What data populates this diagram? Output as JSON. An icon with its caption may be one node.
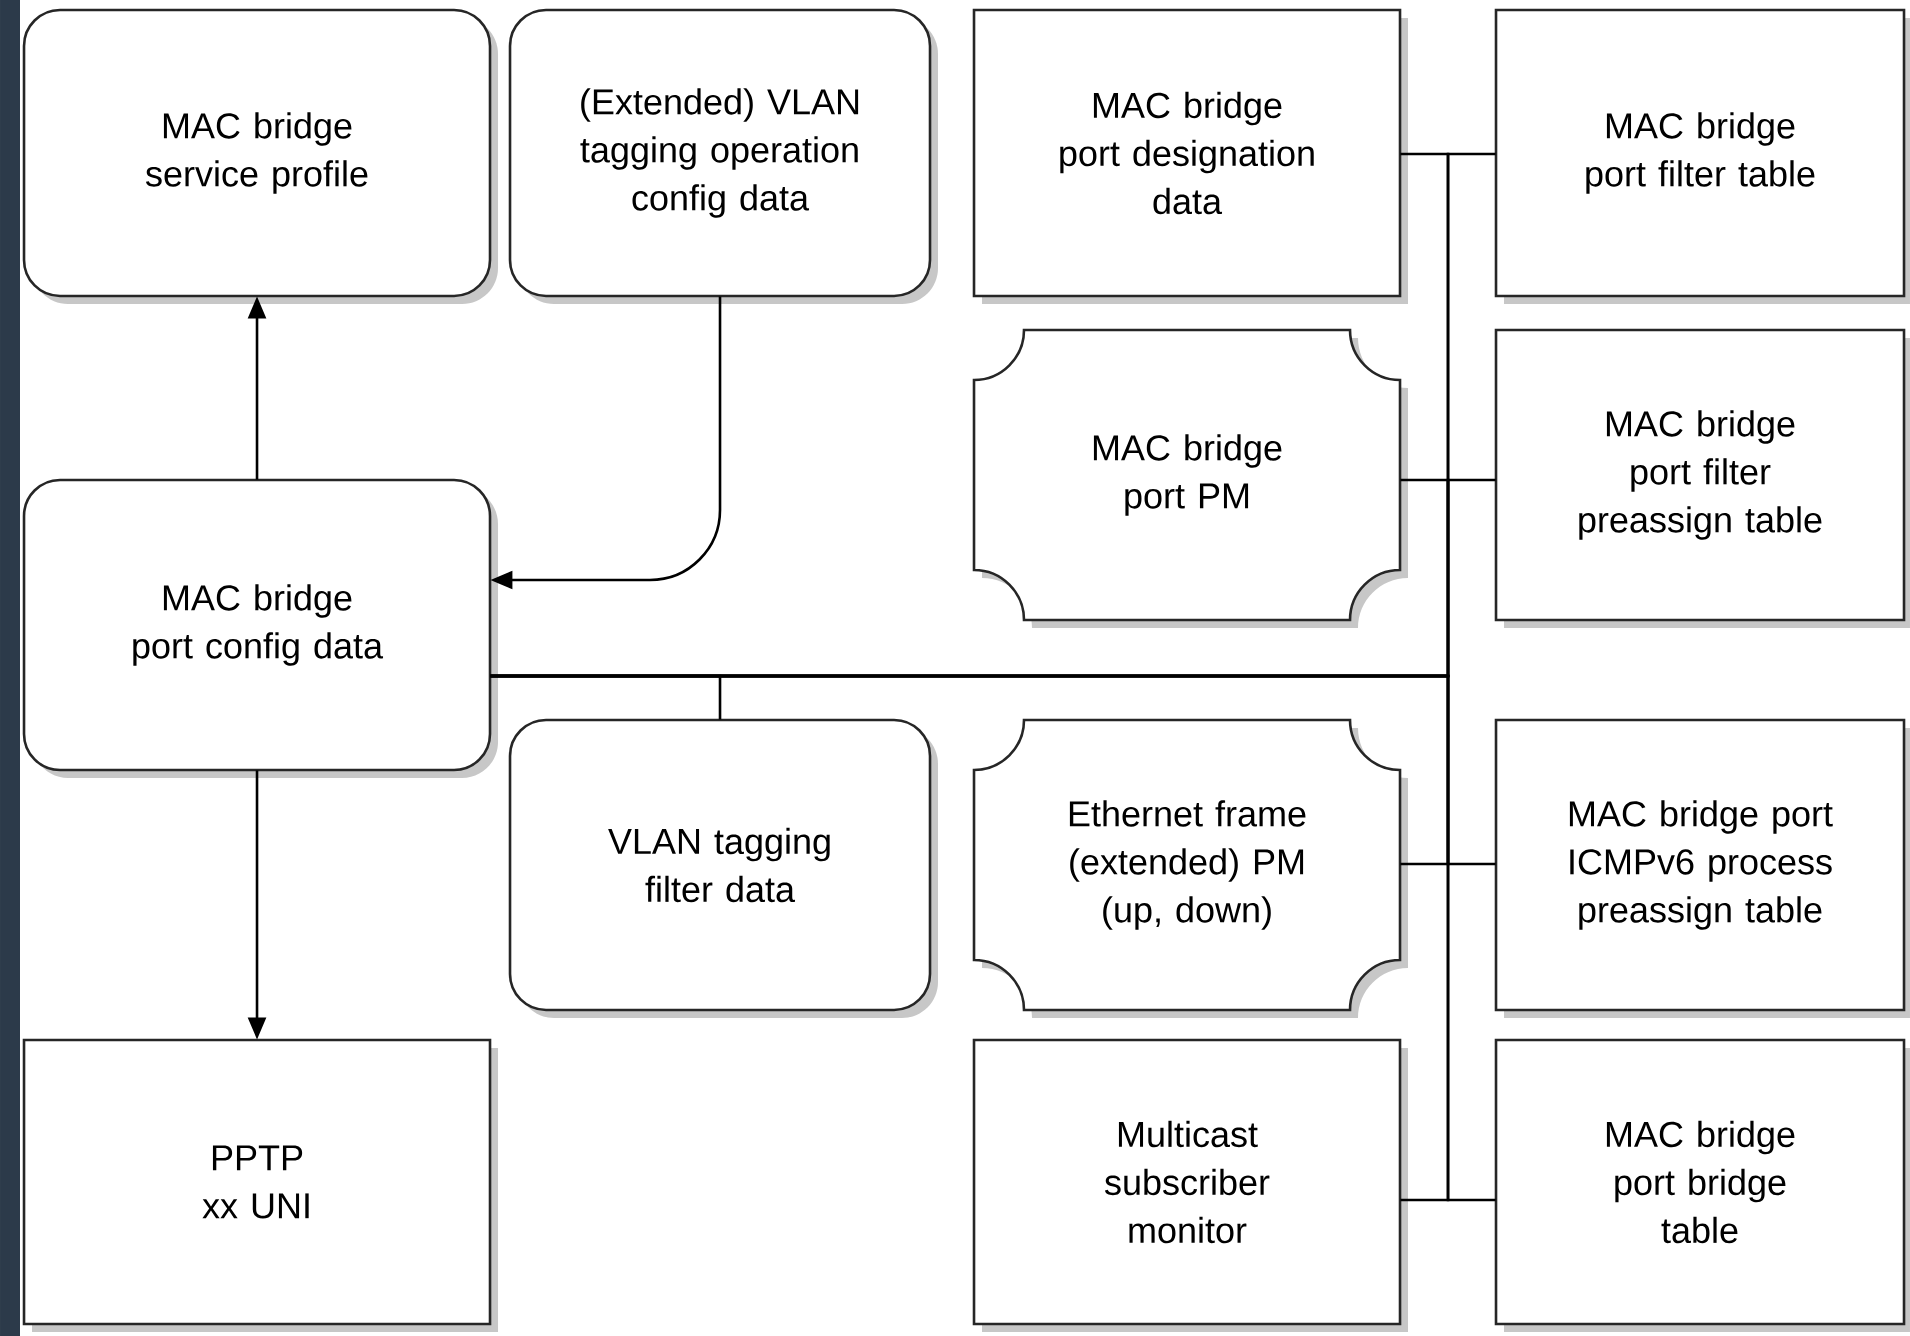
{
  "diagram": {
    "nodes": [
      {
        "text": [
          "MAC bridge service profile"
        ]
      },
      {
        "text": [
          "(Extended) VLAN tagging operation config data"
        ]
      },
      {
        "text": [
          "MAC bridge port designation data"
        ]
      },
      {
        "text": [
          "MAC bridge port filter table"
        ]
      },
      {
        "text": [
          "MAC bridge port PM"
        ]
      },
      {
        "text": [
          "MAC bridge port filter preassign table"
        ]
      },
      {
        "text": [
          "MAC bridge port config data"
        ]
      },
      {
        "text": [
          "VLAN tagging filter data"
        ]
      },
      {
        "text": [
          "Ethernet frame (extended) PM (up, down)"
        ]
      },
      {
        "text": [
          "MAC bridge port ICMPv6 process preassign table"
        ]
      },
      {
        "text": [
          "PPTP xx UNI"
        ]
      },
      {
        "text": [
          "Multicast subscriber monitor"
        ]
      },
      {
        "text": [
          "MAC bridge port bridge table"
        ]
      }
    ],
    "edges": [
      {
        "from": 6,
        "to": 0,
        "arrow": "to"
      },
      {
        "from": 1,
        "to": 6,
        "arrow": "to"
      },
      {
        "from": 6,
        "to": 10,
        "arrow": "to"
      },
      {
        "from": 6,
        "to": 2,
        "arrow": "none"
      },
      {
        "from": 6,
        "to": 3,
        "arrow": "none"
      },
      {
        "from": 6,
        "to": 4,
        "arrow": "none"
      },
      {
        "from": 6,
        "to": 5,
        "arrow": "none"
      },
      {
        "from": 6,
        "to": 7,
        "arrow": "none"
      },
      {
        "from": 6,
        "to": 8,
        "arrow": "none"
      },
      {
        "from": 6,
        "to": 9,
        "arrow": "none"
      },
      {
        "from": 6,
        "to": 11,
        "arrow": "none"
      },
      {
        "from": 6,
        "to": 12,
        "arrow": "none"
      }
    ]
  }
}
